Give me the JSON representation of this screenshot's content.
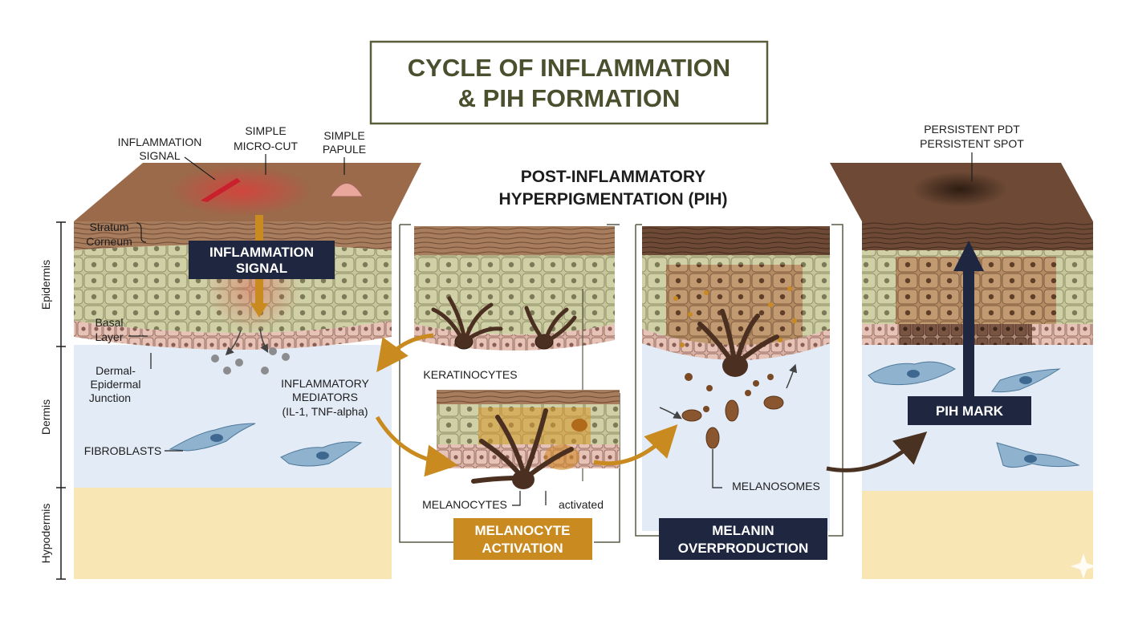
{
  "title": {
    "line1": "CYCLE OF INFLAMMATION",
    "line2": "& PIH FORMATION"
  },
  "subtitle": {
    "line1": "POST-INFLAMMATORY",
    "line2": "HYPERPIGMENTATION (PIH)"
  },
  "layers": {
    "epidermis": "Epidermis",
    "dermis": "Dermis",
    "hypodermis": "Hypodermis"
  },
  "labels": {
    "inflammation_signal_top": [
      "INFLAMMATION",
      "SIGNAL"
    ],
    "micro_cut": [
      "SIMPLE",
      "MICRO-CUT"
    ],
    "papule": [
      "SIMPLE",
      "PAPULE"
    ],
    "stratum_corneum": [
      "Stratum",
      "Corneum"
    ],
    "basal_layer": [
      "Basal",
      "Layer"
    ],
    "dej": [
      "Dermal-",
      "Epidermal",
      "Junction"
    ],
    "fibroblasts": "FIBROBLASTS",
    "mediators": [
      "INFLAMMATORY",
      "MEDIATORS",
      "(IL-1, TNF-alpha)"
    ],
    "keratinocytes": "KERATINOCYTES",
    "melanocytes": "MELANOCYTES",
    "activated": "activated",
    "melanosomes": "MELANOSOMES",
    "persistent": [
      "PERSISTENT PDT",
      "PERSISTENT SPOT"
    ]
  },
  "boxes": {
    "inflammation_signal": [
      "INFLAMMATION",
      "SIGNAL"
    ],
    "melanocyte_activation": [
      "MELANOCYTE",
      "ACTIVATION"
    ],
    "melanin_overproduction": [
      "MELANIN",
      "OVERPRODUCTION"
    ],
    "pih_mark": "PIH MARK"
  },
  "colors": {
    "title": "#4a4f2e",
    "navy_box": "#1e2640",
    "orange_box": "#c98a1f",
    "dermis": "#e3ecf6",
    "hypodermis": "#f8e6b4",
    "skin_surface": "#9a6a4a",
    "dark_skin_surface": "#6e4a36",
    "inflammation_red": "#d8383a"
  }
}
